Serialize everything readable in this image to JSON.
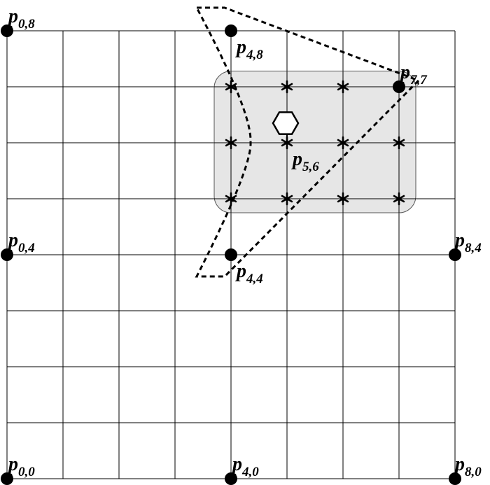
{
  "grid": {
    "cols": 8,
    "rows": 8,
    "line_color": "#000000"
  },
  "labeled_points": [
    {
      "id": "p00",
      "i": 0,
      "j": 0,
      "base": "p",
      "sub": "0,0",
      "label_pos": "above-right"
    },
    {
      "id": "p40",
      "i": 4,
      "j": 0,
      "base": "p",
      "sub": "4,0",
      "label_pos": "above-right"
    },
    {
      "id": "p80",
      "i": 8,
      "j": 0,
      "base": "p",
      "sub": "8,0",
      "label_pos": "above-right"
    },
    {
      "id": "p04",
      "i": 0,
      "j": 4,
      "base": "p",
      "sub": "0,4",
      "label_pos": "above-right"
    },
    {
      "id": "p44",
      "i": 4,
      "j": 4,
      "base": "p",
      "sub": "4,4",
      "label_pos": "below-right"
    },
    {
      "id": "p84",
      "i": 8,
      "j": 4,
      "base": "p",
      "sub": "8,4",
      "label_pos": "above-right"
    },
    {
      "id": "p08",
      "i": 0,
      "j": 8,
      "base": "p",
      "sub": "0,8",
      "label_pos": "above-right"
    },
    {
      "id": "p48",
      "i": 4,
      "j": 8,
      "base": "p",
      "sub": "4,8",
      "label_pos": "below-right"
    },
    {
      "id": "p77",
      "i": 7,
      "j": 7,
      "base": "p",
      "sub": "7,7",
      "label_pos": "above-right"
    }
  ],
  "hexagon_point": {
    "id": "p56",
    "i": 5,
    "j": 6,
    "base": "p",
    "sub": "5,6",
    "label_pos": "below-right"
  },
  "star_points": [
    [
      4,
      7
    ],
    [
      5,
      7
    ],
    [
      6,
      7
    ],
    [
      4,
      6
    ],
    [
      5,
      6
    ],
    [
      6,
      6
    ],
    [
      7,
      6
    ],
    [
      4,
      5
    ],
    [
      5,
      5
    ],
    [
      6,
      5
    ],
    [
      7,
      5
    ]
  ],
  "highlight_region": {
    "i_range": [
      3.7,
      7.3
    ],
    "j_range": [
      4.75,
      7.28
    ],
    "fill": "#e6e6e6",
    "stroke": "#555555"
  },
  "dashed_region": {
    "description": "",
    "stroke": "#000000"
  },
  "colors": {
    "point": "#000000",
    "background": "#ffffff"
  }
}
